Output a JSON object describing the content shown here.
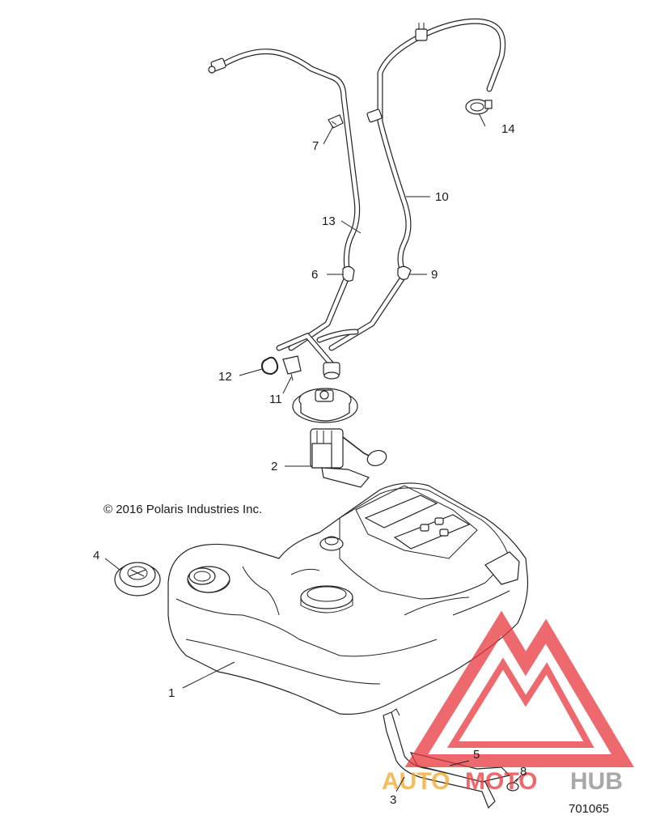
{
  "copyright": "© 2016 Polaris Industries Inc.",
  "document_number": "701065",
  "callouts": [
    "1",
    "2",
    "3",
    "4",
    "5",
    "6",
    "7",
    "8",
    "9",
    "10",
    "11",
    "12",
    "13",
    "14"
  ],
  "watermark": {
    "text_left": "AUTO",
    "text_mid": "MOTO",
    "text_right": "HUB",
    "colors": {
      "orange": "#f5a623",
      "red": "#e8383d",
      "gray": "#8c8c8c"
    }
  }
}
